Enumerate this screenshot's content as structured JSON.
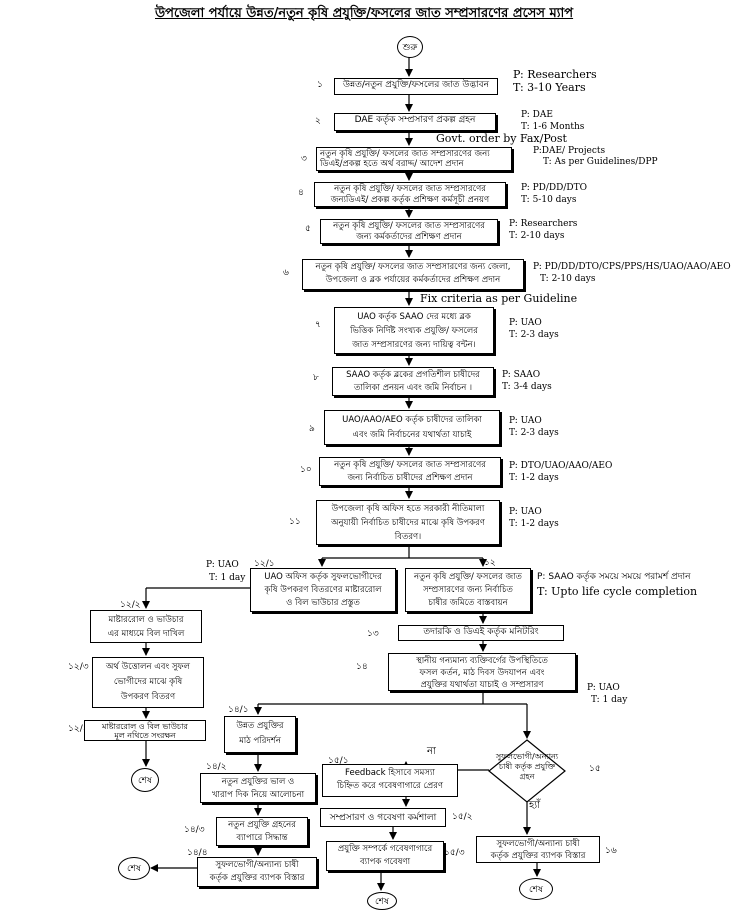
{
  "title": "উপজেলা পর্যায়ে উন্নত/নতুন কৃষি প্রযুক্তি/ফসলের জাত সম্প্রসারণের প্রসেস ম্যাপ",
  "start": "শুরু",
  "end": "শেষ",
  "yes": "হ্যাঁ",
  "no": "না",
  "steps": {
    "s1": {
      "num": "১",
      "text": "উন্নত/নতুন প্রযুক্তি/ফসলের জাত উদ্ভাবন",
      "p": "P: Researchers",
      "t": "T: 3-10 Years"
    },
    "s2": {
      "num": "২",
      "text": "DAE কর্তৃক সম্প্রসারণ প্রকল্প গ্রহন",
      "p": "P: DAE",
      "t": "T: 1-6 Months"
    },
    "gov": "Govt. order by Fax/Post",
    "s3": {
      "num": "৩",
      "l1": "নতুন কৃষি প্রযুক্তি/ ফসলের জাত সম্প্রসারণের জন্য",
      "l2": "ডিএই/প্রকল্প হতে অর্থ বরাদ্দ/ আদেশ প্রদান",
      "p": "P:DAE/ Projects",
      "t": "T: As per Guidelines/DPP"
    },
    "s4": {
      "num": "৪",
      "l1": "নতুন কৃষি প্রযুক্তি/ ফসলের জাত সম্প্রসারণের",
      "l2": "জন্যডিএই/ প্রকল্প কর্তৃক প্রশিক্ষণ কর্মসূচী প্রনয়ণ",
      "p": "P: PD/DD/DTO",
      "t": "T: 5-10 days"
    },
    "s5": {
      "num": "৫",
      "l1": "নতুন কৃষি প্রযুক্তি/ ফসলের জাত সম্প্রসারণের",
      "l2": "জন্য কর্মকর্তাদের প্রশিক্ষণ প্রদান",
      "p": "P: Researchers",
      "t": "T: 2-10 days"
    },
    "s6": {
      "num": "৬",
      "l1": "নতুন কৃষি প্রযুক্তি/ ফসলের জাত সম্প্রসারণের জন্য জেলা,",
      "l2": "উপজেলা ও ব্লক পর্যায়ের কর্মকর্তাদের প্রশিক্ষণ প্রদান",
      "p": "P: PD/DD/DTO/CPS/PPS/HS/UAO/AAO/AEO",
      "t": "T: 2-10 days"
    },
    "fix": "Fix criteria as per Guideline",
    "s7": {
      "num": "৭",
      "l1": "UAO কর্তৃক SAAO দের মধ্যে ব্লক",
      "l2": "ভিত্তিক নির্দিষ্ট সংখ্যক প্রযুক্তি/ ফসলের",
      "l3": "জাত সম্প্রসারণের জন্য দায়িত্ব বন্টন।",
      "p": "P: UAO",
      "t": "T: 2-3 days"
    },
    "s8": {
      "num": "৮",
      "l1": "SAAO কর্তৃক ব্লকের প্রগতিশীল চাষীদের",
      "l2": "তালিকা প্রনয়ন এবং জমি নির্বাচন ।",
      "p": "P: SAAO",
      "t": "T: 3-4 days"
    },
    "s9": {
      "num": "৯",
      "l1": "UAO/AAO/AEO কর্তৃক চাষীদের তালিকা",
      "l2": "এবং জমি নির্বাচনের যথার্থতা যাচাই",
      "p": "P: UAO",
      "t": "T: 2-3 days"
    },
    "s10": {
      "num": "১০",
      "l1": "নতুন কৃষি প্রযুক্তি/ ফসলের জাত সম্প্রসারণের",
      "l2": "জন্য নির্বাচিত চাষীদের প্রশিক্ষণ প্রদান",
      "p": "P: DTO/UAO/AAO/AEO",
      "t": "T: 1-2 days"
    },
    "s11": {
      "num": "১১",
      "l1": "উপজেলা কৃষি অফিস হতে সরকারী নীতিমালা",
      "l2": "অনুযায়ী নির্বাচিত চাষীদের মাঝে কৃষি উপকরণ",
      "l3": "বিতরণ।",
      "p": "P: UAO",
      "t": "T: 1-2 days"
    },
    "s12_1": {
      "num": "১২/১",
      "l1": "UAO অফিস কর্তৃক সুফলভোগীদের",
      "l2": "কৃষি উপকরণ বিতরণের মাষ্টাররোল",
      "l3": "ও বিল ভাউচার প্রস্তুত",
      "p": "P: UAO",
      "t": "T: 1 day"
    },
    "s12": {
      "num": "১২",
      "l1": "নতুন কৃষি প্রযুক্তি/ ফসলের জাত",
      "l2": "সম্প্রসারণের জন্য নির্বাচিত",
      "l3": "চাষীর জমিতে বাস্তবায়ন",
      "p": "P: SAAO কর্তৃক সময়ে সময়ে পরামর্শ প্রদান",
      "t": "T: Upto life cycle completion"
    },
    "s12_2": {
      "num": "১২/২",
      "l1": "মাষ্টাররোল ও ভাউচার",
      "l2": "এর মাধ্যমে বিল দাখিল"
    },
    "s12_3": {
      "num": "১২/৩",
      "l1": "অর্থ উত্তোলন এবং সুফল",
      "l2": "ভোগীদের মাঝে কৃষি",
      "l3": "উপকরণ বিতরণ"
    },
    "s12_4": {
      "num": "১২/৪",
      "l1": "মাষ্টাররোল ও বিল ভাউচার",
      "l2": "মূল নথিতে সংরক্ষন"
    },
    "s13": {
      "num": "১৩",
      "text": "তদারকি ও ডিএই কর্তৃক মনিটরিং"
    },
    "s14": {
      "num": "১৪",
      "l1": "স্থানীয় গন্যমান্য ব্যক্তিবর্গের উপস্থিতিতে",
      "l2": "ফসল কর্তন, মাঠ দিবস উদযাপন এবং",
      "l3": "প্রযুক্তির যথার্থতা যাচাই ও সম্প্রসারণ",
      "p": "P: UAO",
      "t": "T: 1 day"
    },
    "s14_1": {
      "num": "১৪/১",
      "l1": "উন্নত প্রযুক্তির",
      "l2": "মাঠ পরিদর্শন"
    },
    "s14_2": {
      "num": "১৪/২",
      "l1": "নতুন প্রযুক্তির ভাল ও",
      "l2": "খারাপ দিক নিয়ে আলোচনা"
    },
    "s14_3": {
      "num": "১৪/৩",
      "l1": "নতুন প্রযুক্তি গ্রহনের",
      "l2": "ব্যাপারে সিদ্ধান্ত"
    },
    "s14_4": {
      "num": "১৪/৪",
      "l1": "সুফলভোগী/অন্যান্য চাষী",
      "l2": "কর্তৃক প্রযুক্তির ব্যাপক বিস্তার"
    },
    "s15": {
      "num": "১৫",
      "l1": "সুফলভোগী/অন্যান্য",
      "l2": "চাষী কর্তৃক প্রযুক্তি",
      "l3": "গ্রহন"
    },
    "s15_1": {
      "num": "১৫/১",
      "l1": "Feedback হিসাবে সমস্যা",
      "l2": "চিহ্নিত করে গবেষণাগারে প্রেরণ"
    },
    "s15_2": {
      "num": "১৫/২",
      "text": "সম্প্রসারণ ও গবেষণা কর্মশালা"
    },
    "s15_3": {
      "num": "১৫/৩",
      "l1": "প্রযুক্তি সম্পর্কে গবেষণাগারে",
      "l2": "ব্যাপক গবেষণা"
    },
    "s16": {
      "num": "১৬",
      "l1": "সুফলভোগী/অন্যান্য চাষী",
      "l2": "কর্তৃক প্রযুক্তির ব্যাপক বিস্তার"
    }
  }
}
